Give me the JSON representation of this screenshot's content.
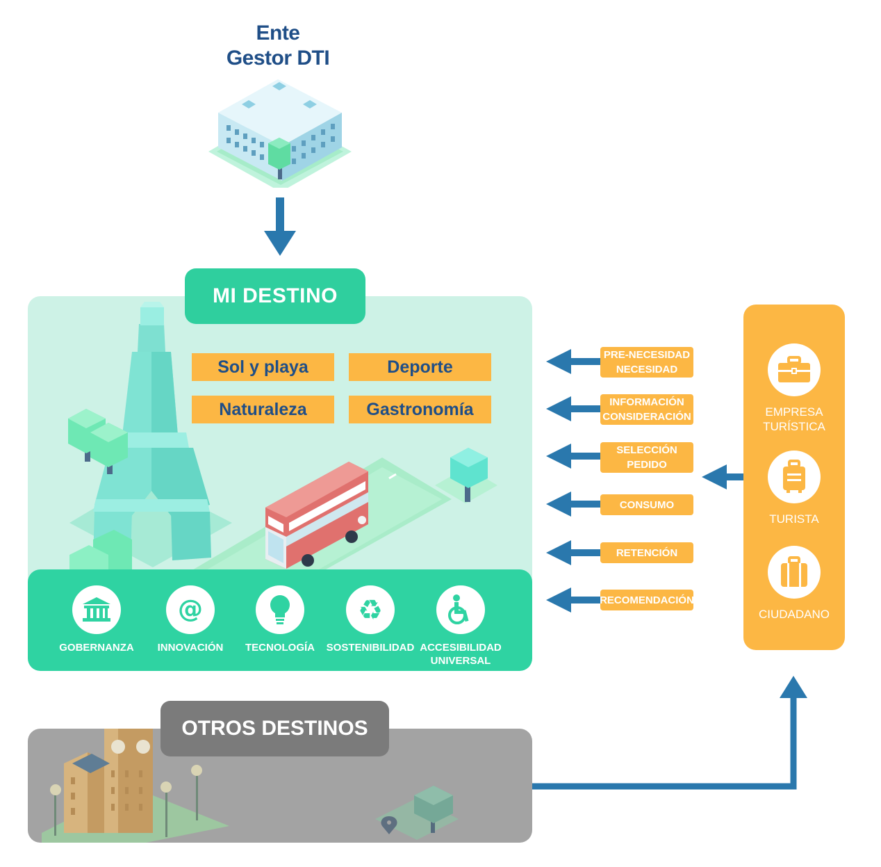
{
  "header": {
    "line1": "Ente",
    "line2": "Gestor DTI"
  },
  "mi_destino": {
    "title": "MI DESTINO",
    "segments": [
      "Sol y playa",
      "Deporte",
      "Naturaleza",
      "Gastronomía"
    ],
    "pillars": [
      {
        "label": "GOBERNANZA",
        "icon": "government-building-icon"
      },
      {
        "label": "INNOVACIÓN",
        "icon": "at-sign-icon"
      },
      {
        "label": "TECNOLOGÍA",
        "icon": "lightbulb-icon"
      },
      {
        "label": "SOSTENIBILIDAD",
        "icon": "recycle-icon"
      },
      {
        "label_line1": "ACCESIBILIDAD",
        "label_line2": "UNIVERSAL",
        "icon": "wheelchair-icon"
      }
    ]
  },
  "journey_stages": [
    {
      "line1": "PRE-NECESIDAD",
      "line2": "NECESIDAD"
    },
    {
      "line1": "INFORMACIÓN",
      "line2": "CONSIDERACIÓN"
    },
    {
      "line1": "SELECCIÓN",
      "line2": "PEDIDO"
    },
    {
      "line1": "CONSUMO"
    },
    {
      "line1": "RETENCIÓN"
    },
    {
      "line1": "RECOMENDACIÓN"
    }
  ],
  "actors": [
    {
      "line1": "EMPRESA",
      "line2": "TURÍSTICA",
      "icon": "briefcase-icon"
    },
    {
      "line1": "TURISTA",
      "icon": "suitcase-icon"
    },
    {
      "line1": "CIUDADANO",
      "icon": "luggage-icon"
    }
  ],
  "otros_destinos": {
    "title": "OTROS DESTINOS"
  },
  "colors": {
    "navy": "#1f4e87",
    "arrow": "#2a78ad",
    "mint": "#cdf2e6",
    "green": "#2fd3a2",
    "orange": "#fcb744",
    "gray": "#a3a3a3"
  }
}
